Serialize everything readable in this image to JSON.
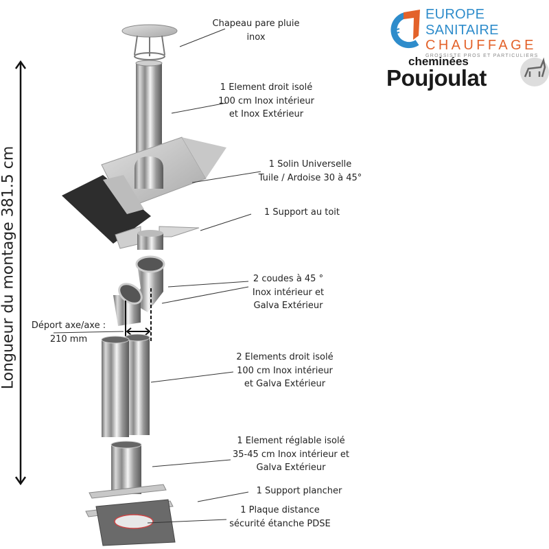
{
  "logos": {
    "europe_sanitaire": {
      "line1": "EUROPE SANITAIRE",
      "line2": "CHAUFFAGE",
      "line3": "GROSSISTE PROS ET PARTICULIERS",
      "blue": "#2e8ccb",
      "orange": "#e3622a"
    },
    "poujoulat": {
      "line1": "cheminées",
      "line2": "Poujoulat"
    }
  },
  "dimension": {
    "label": "Longueur du montage  381.5 cm"
  },
  "offset": {
    "line1": "Déport axe/axe :",
    "line2": "210 mm"
  },
  "parts": [
    {
      "lines": [
        "Chapeau pare pluie",
        "inox"
      ]
    },
    {
      "lines": [
        "1 Element droit isolé",
        "100 cm Inox intérieur",
        "et Inox Extérieur"
      ]
    },
    {
      "lines": [
        "1 Solin Universelle",
        "Tuile / Ardoise 30 à 45°"
      ]
    },
    {
      "lines": [
        "1 Support au toit"
      ]
    },
    {
      "lines": [
        "2 coudes à 45 °",
        "Inox intérieur et",
        "Galva Extérieur"
      ]
    },
    {
      "lines": [
        "2 Elements droit isolé",
        "100 cm Inox intérieur",
        "et Galva Extérieur"
      ]
    },
    {
      "lines": [
        "1 Element réglable isolé",
        "35-45 cm Inox intérieur et",
        "Galva Extérieur"
      ]
    },
    {
      "lines": [
        "1 Support plancher"
      ]
    },
    {
      "lines": [
        "1 Plaque distance",
        "sécurité étanche PDSE"
      ]
    }
  ]
}
